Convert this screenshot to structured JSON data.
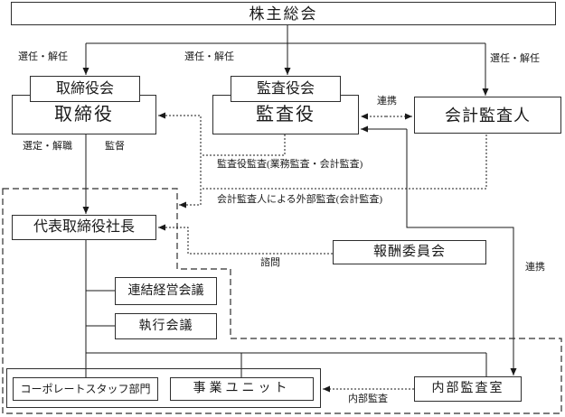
{
  "nodes": {
    "shareholders_meeting": "株主総会",
    "board_of_directors": "取締役会",
    "directors": "取締役",
    "board_of_auditors": "監査役会",
    "auditors": "監査役",
    "accounting_auditor": "会計監査人",
    "representative_director_president": "代表取締役社長",
    "compensation_committee": "報酬委員会",
    "consolidated_management_meeting": "連結経営会議",
    "executive_meeting": "執行会議",
    "corporate_staff_division": "コーポレートスタッフ部門",
    "business_unit": "事業ユニット",
    "internal_audit_office": "内部監査室"
  },
  "edge_labels": {
    "appointment_dismissal_left": "選任・解任",
    "appointment_dismissal_center": "選任・解任",
    "appointment_dismissal_right": "選任・解任",
    "cooperation_top": "連携",
    "cooperation_right": "連携",
    "selection_removal": "選定・解職",
    "supervision": "監督",
    "auditor_audit": "監査役監査(業務監査・会計監査)",
    "external_audit": "会計監査人による外部監査(会計監査)",
    "consultation": "諮問",
    "internal_audit": "内部監査"
  },
  "colors": {
    "line": "#1a1a1a",
    "box_border": "#2e2e2e",
    "background": "#ffffff",
    "text": "#1a1a1a"
  }
}
